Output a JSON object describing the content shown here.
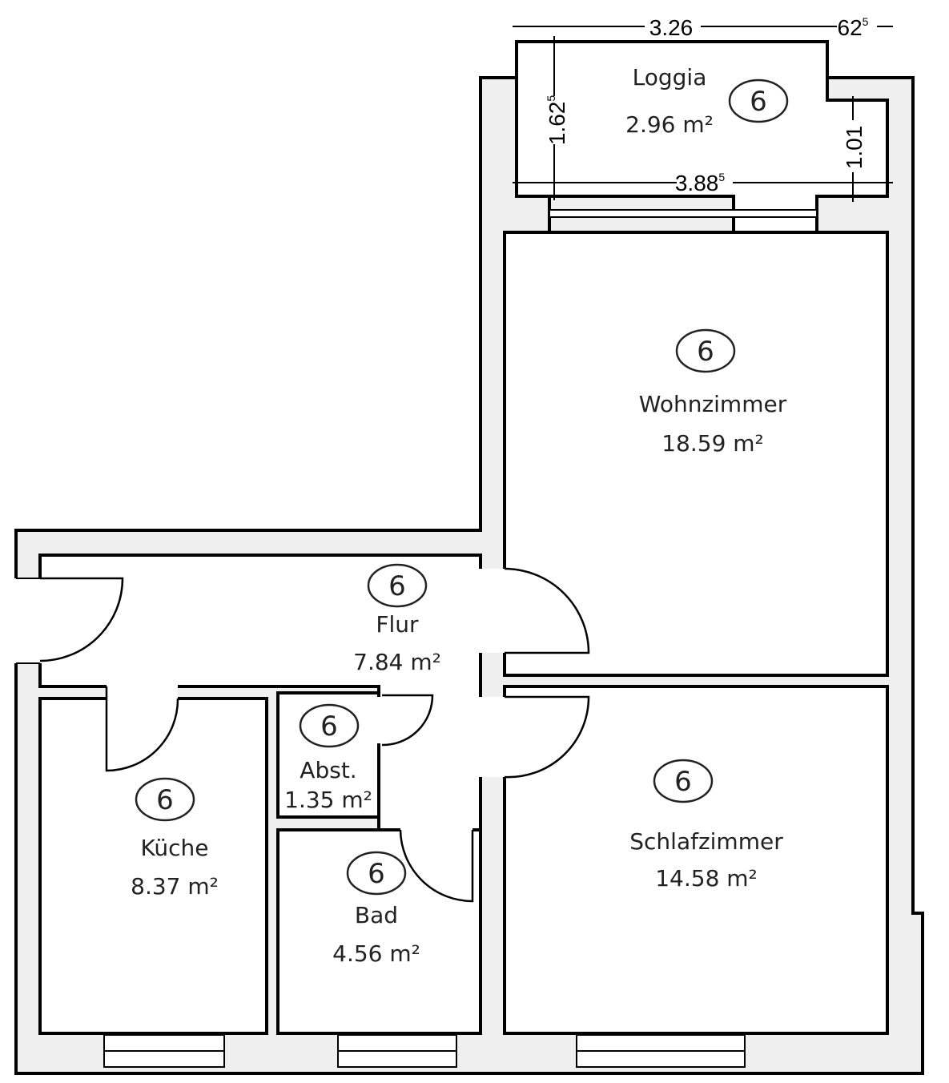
{
  "rooms": {
    "loggia": {
      "name": "Loggia",
      "area": "2.96 m²",
      "badge": "6"
    },
    "wohnzimmer": {
      "name": "Wohnzimmer",
      "area": "18.59 m²",
      "badge": "6"
    },
    "flur": {
      "name": "Flur",
      "area": "7.84 m²",
      "badge": "6"
    },
    "abst": {
      "name": "Abst.",
      "area": "1.35 m²",
      "badge": "6"
    },
    "kueche": {
      "name": "Küche",
      "area": "8.37 m²",
      "badge": "6"
    },
    "bad": {
      "name": "Bad",
      "area": "4.56 m²",
      "badge": "6"
    },
    "schlafzimmer": {
      "name": "Schlafzimmer",
      "area": "14.58 m²",
      "badge": "6"
    }
  },
  "dimensions": {
    "loggia_width_top": "3.26",
    "loggia_offset_main": "62",
    "loggia_offset_sup": "5",
    "loggia_depth_main": "1.62",
    "loggia_depth_sup": "5",
    "loggia_width_bottom_main": "3.88",
    "loggia_width_bottom_sup": "5",
    "loggia_side_depth": "1.01"
  }
}
